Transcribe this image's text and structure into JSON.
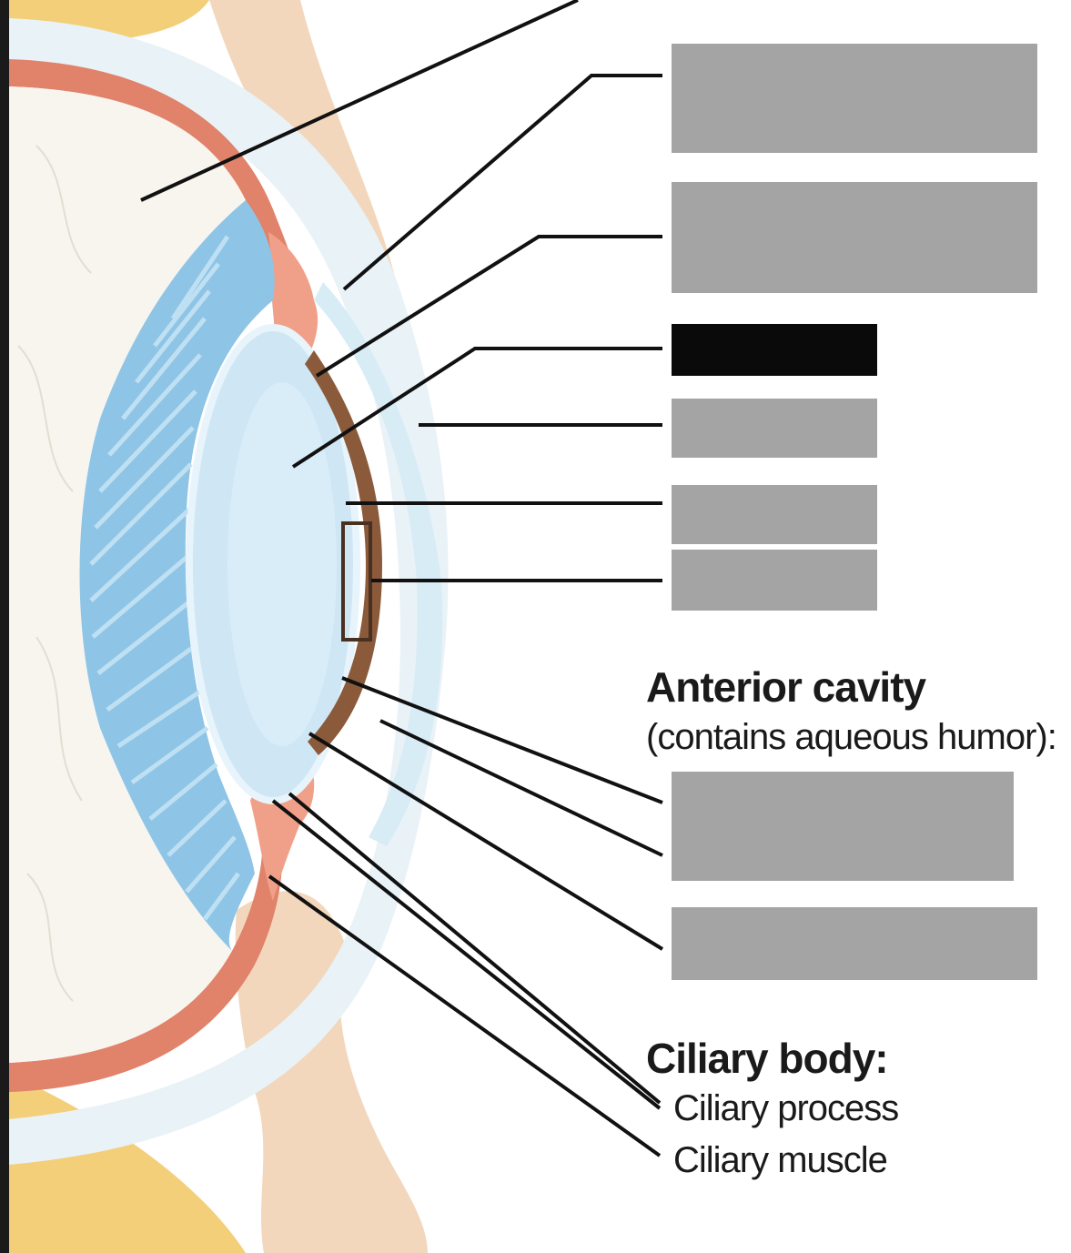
{
  "diagram": {
    "labels": {
      "anterior_cavity_title": "Anterior cavity",
      "anterior_cavity_note": "(contains aqueous humor):",
      "ciliary_body_title": "Ciliary body:",
      "ciliary_process": "Ciliary process",
      "ciliary_muscle": "Ciliary muscle"
    },
    "hidden_label_boxes": [
      {
        "id": "box-1",
        "style": "gray"
      },
      {
        "id": "box-2",
        "style": "gray"
      },
      {
        "id": "box-3",
        "style": "black"
      },
      {
        "id": "box-4",
        "style": "gray"
      },
      {
        "id": "box-5",
        "style": "gray"
      },
      {
        "id": "box-6",
        "style": "gray"
      },
      {
        "id": "box-7",
        "style": "gray"
      },
      {
        "id": "box-8",
        "style": "gray"
      }
    ],
    "colors": {
      "box_gray": "#a4a4a4",
      "box_black": "#0a0a0a",
      "sclera": "#e9f2f7",
      "cornea": "#d8ecf6",
      "choroid_retina": "#e1826a",
      "iris": "#8a5a3a",
      "lens": "#cfe6f4",
      "eyelid_skin": "#f4dcc2",
      "fat": "#f3cf7a",
      "vitreous": "#f8f5ef",
      "leader_line": "#111111"
    }
  }
}
